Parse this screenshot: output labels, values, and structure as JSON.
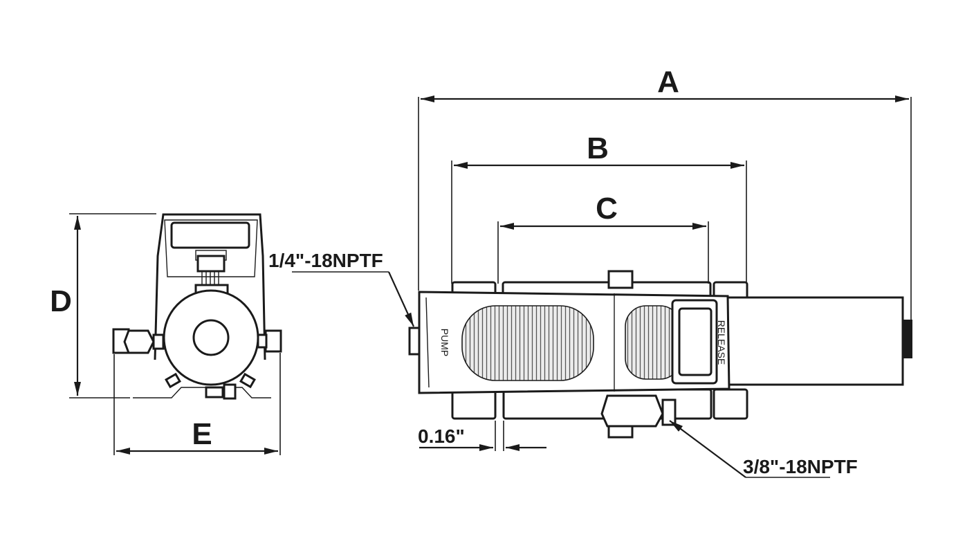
{
  "dimensions": {
    "a": "A",
    "b": "B",
    "c": "C",
    "d": "D",
    "e": "E",
    "offset": "0.16\""
  },
  "ports": {
    "inlet": "1/4\"-18NPTF",
    "outlet": "3/8\"-18NPTF"
  },
  "pedal_labels": {
    "pump": "PUMP",
    "release": "RELEASE"
  }
}
